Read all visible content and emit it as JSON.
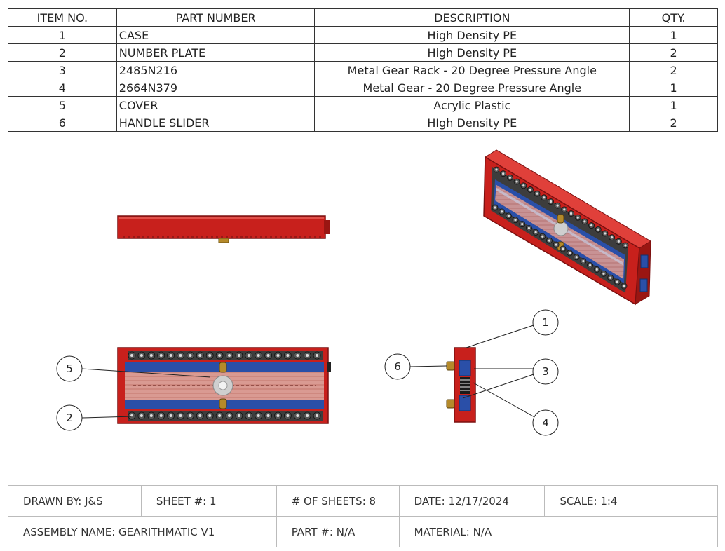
{
  "bom": {
    "headers": [
      "ITEM NO.",
      "PART NUMBER",
      "DESCRIPTION",
      "QTY."
    ],
    "rows": [
      [
        "1",
        "CASE",
        "High Density PE",
        "1"
      ],
      [
        "2",
        "NUMBER PLATE",
        "High Density PE",
        "2"
      ],
      [
        "3",
        "2485N216",
        "Metal Gear Rack - 20 Degree Pressure Angle",
        "2"
      ],
      [
        "4",
        "2664N379",
        "Metal Gear - 20 Degree Pressure Angle",
        "1"
      ],
      [
        "5",
        "COVER",
        "Acrylic Plastic",
        "1"
      ],
      [
        "6",
        "HANDLE SLIDER",
        "HIgh Density PE",
        "2"
      ]
    ]
  },
  "balloons": {
    "b1": "1",
    "b2": "2",
    "b3": "3",
    "b4": "4",
    "b5": "5",
    "b6": "6"
  },
  "title_block": {
    "drawn_by": "DRAWN BY: J&S",
    "sheet": "SHEET #: 1",
    "num_sheets": "# OF SHEETS: 8",
    "date": "DATE: 12/17/2024",
    "scale": "SCALE: 1:4",
    "assembly_name": "ASSEMBLY NAME: GEARITHMATIC V1",
    "part_number": "PART #: N/A",
    "material": "MATERIAL: N/A"
  },
  "colors": {
    "case_red": "#c8201c",
    "rack_blue": "#2a4fa8",
    "cover_pink": "#d99a92",
    "brass": "#b58a2a",
    "tile_gray": "#4a4a4a"
  }
}
